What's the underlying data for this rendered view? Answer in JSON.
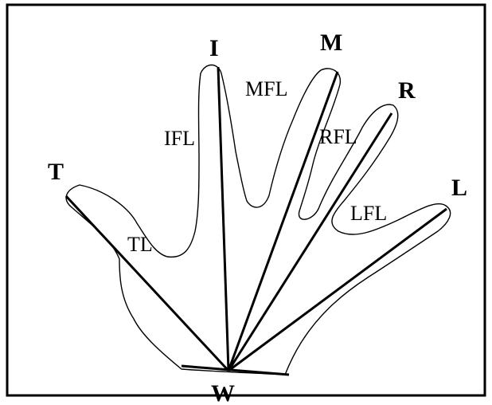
{
  "diagram": {
    "points": {
      "thumb": "T",
      "index": "I",
      "middle": "M",
      "ring": "R",
      "little": "L",
      "wrist": "W"
    },
    "lengths": {
      "thumb": "TL",
      "index": "IFL",
      "middle": "MFL",
      "ring": "RFL",
      "little": "LFL"
    },
    "colors": {
      "ink": "#000000",
      "background": "#ffffff"
    }
  }
}
